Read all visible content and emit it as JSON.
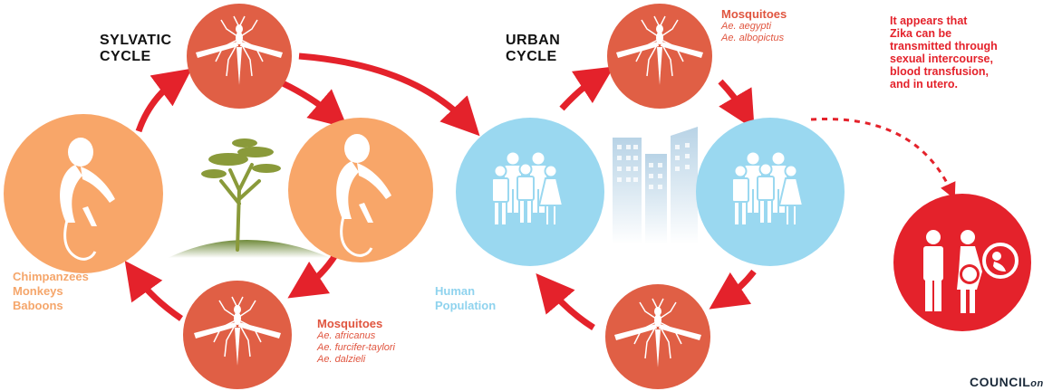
{
  "sylvatic": {
    "title_line1": "SYLVATIC",
    "title_line2": "CYCLE",
    "hosts": [
      "Chimpanzees",
      "Monkeys",
      "Baboons"
    ],
    "mosquitoes_title": "Mosquitoes",
    "mosquito_species": [
      "Ae. africanus",
      "Ae. furcifer-taylori",
      "Ae. dalzieli"
    ]
  },
  "urban": {
    "title_line1": "URBAN",
    "title_line2": "CYCLE",
    "human_line1": "Human",
    "human_line2": "Population",
    "mosquitoes_title": "Mosquitoes",
    "mosquito_species": [
      "Ae. aegypti",
      "Ae. albopictus"
    ]
  },
  "transmission_note": [
    "It appears that",
    "Zika can be",
    "transmitted through",
    "sexual intercourse,",
    "blood transfusion,",
    "and in utero."
  ],
  "brand": {
    "name": "COUNCIL",
    "suffix": "on"
  },
  "colors": {
    "mosquito_circle": "#e05f45",
    "primate_circle": "#f8a669",
    "human_circle": "#9ad8f0",
    "arrow": "#e4222b",
    "tree": "#8a9a3a",
    "hill": "#6f8a3a",
    "city": "#c9ddea"
  },
  "icons": [
    "mosquito-icon",
    "monkey-icon",
    "tree-icon",
    "people-group-icon",
    "city-buildings-icon",
    "family-in-utero-icon"
  ]
}
